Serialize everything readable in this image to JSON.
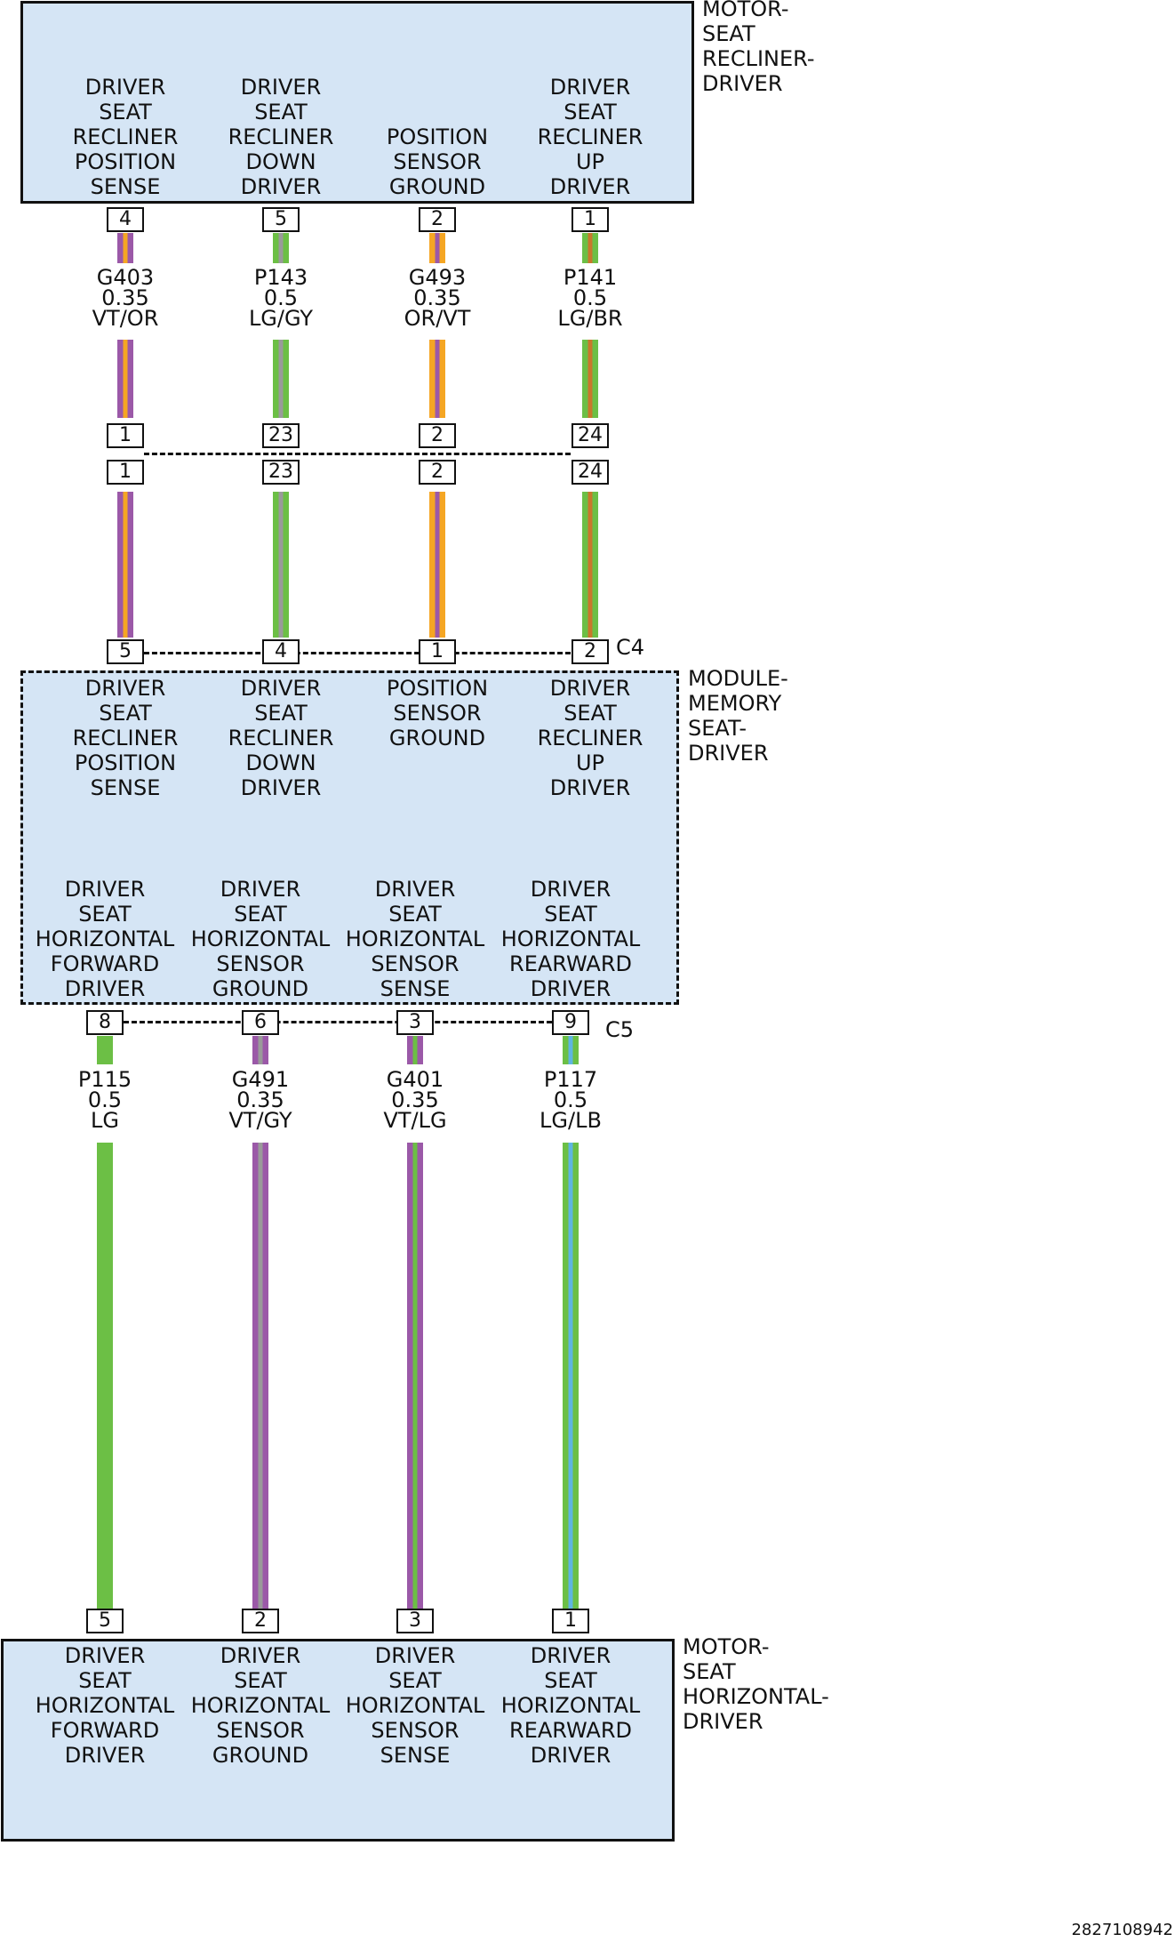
{
  "components": {
    "recliner_motor": {
      "name": "MOTOR-\nSEAT\nRECLINER-\nDRIVER",
      "functions": [
        "DRIVER\nSEAT\nRECLINER\nPOSITION\nSENSE",
        "DRIVER\nSEAT\nRECLINER\nDOWN\nDRIVER",
        "POSITION\nSENSOR\nGROUND",
        "DRIVER\nSEAT\nRECLINER\nUP\nDRIVER"
      ],
      "pins": [
        "4",
        "5",
        "2",
        "1"
      ]
    },
    "memory_module": {
      "name": "MODULE-\nMEMORY\nSEAT-\nDRIVER",
      "functions_top": [
        "DRIVER\nSEAT\nRECLINER\nPOSITION\nSENSE",
        "DRIVER\nSEAT\nRECLINER\nDOWN\nDRIVER",
        "POSITION\nSENSOR\nGROUND",
        "DRIVER\nSEAT\nRECLINER\nUP\nDRIVER"
      ],
      "functions_bottom": [
        "DRIVER\nSEAT\nHORIZONTAL\nFORWARD\nDRIVER",
        "DRIVER\nSEAT\nHORIZONTAL\nSENSOR\nGROUND",
        "DRIVER\nSEAT\nHORIZONTAL\nSENSOR\nSENSE",
        "DRIVER\nSEAT\nHORIZONTAL\nREARWARD\nDRIVER"
      ],
      "c4": {
        "name": "C4",
        "pins": [
          "5",
          "4",
          "1",
          "2"
        ]
      },
      "c5": {
        "name": "C5",
        "pins": [
          "8",
          "6",
          "3",
          "9"
        ]
      }
    },
    "horizontal_motor": {
      "name": "MOTOR-\nSEAT\nHORIZONTAL-\nDRIVER",
      "functions": [
        "DRIVER\nSEAT\nHORIZONTAL\nFORWARD\nDRIVER",
        "DRIVER\nSEAT\nHORIZONTAL\nSENSOR\nGROUND",
        "DRIVER\nSEAT\nHORIZONTAL\nSENSOR\nSENSE",
        "DRIVER\nSEAT\nHORIZONTAL\nREARWARD\nDRIVER"
      ],
      "pins": [
        "5",
        "2",
        "3",
        "1"
      ]
    }
  },
  "inline_connector": {
    "upper_pins": [
      "1",
      "23",
      "2",
      "24"
    ],
    "lower_pins": [
      "1",
      "23",
      "2",
      "24"
    ]
  },
  "upper_wires": [
    {
      "circuit": "G403",
      "gauge": "0.35",
      "color": "VT/OR",
      "base_color": "#9b59a8",
      "stripe_color": "#f5a623"
    },
    {
      "circuit": "P143",
      "gauge": "0.5",
      "color": "LG/GY",
      "base_color": "#6cbf45",
      "stripe_color": "#9a9a9a"
    },
    {
      "circuit": "G493",
      "gauge": "0.35",
      "color": "OR/VT",
      "base_color": "#f5a623",
      "stripe_color": "#9b59a8"
    },
    {
      "circuit": "P141",
      "gauge": "0.5",
      "color": "LG/BR",
      "base_color": "#6cbf45",
      "stripe_color": "#c9782b"
    }
  ],
  "lower_wires": [
    {
      "circuit": "P115",
      "gauge": "0.5",
      "color": "LG",
      "base_color": "#6cbf45",
      "stripe_color": "#6cbf45"
    },
    {
      "circuit": "G491",
      "gauge": "0.35",
      "color": "VT/GY",
      "base_color": "#9b59a8",
      "stripe_color": "#9a9a9a"
    },
    {
      "circuit": "G401",
      "gauge": "0.35",
      "color": "VT/LG",
      "base_color": "#9b59a8",
      "stripe_color": "#6cbf45"
    },
    {
      "circuit": "P117",
      "gauge": "0.5",
      "color": "LG/LB",
      "base_color": "#6cbf45",
      "stripe_color": "#5fb5e0"
    }
  ],
  "diagram_id": "2827108942"
}
